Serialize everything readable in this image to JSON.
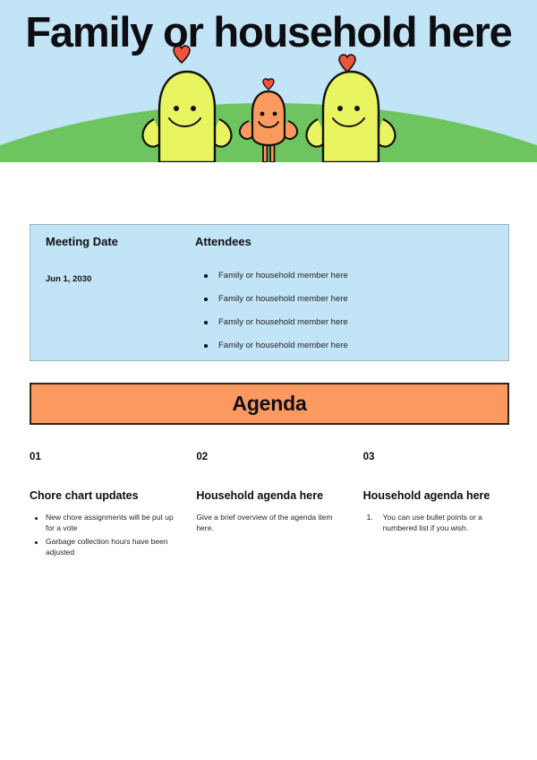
{
  "header": {
    "title": "Family or household here",
    "colors": {
      "sky": "#c1e4f7",
      "hill": "#6ec45f",
      "body_green": "#e8f560",
      "body_orange": "#fb9a5f",
      "heart": "#f0543c",
      "outline": "#111111"
    }
  },
  "info_box": {
    "date_label": "Meeting Date",
    "date_value": "Jun 1, 2030",
    "attendees_label": "Attendees",
    "attendees": [
      "Family or household member here",
      "Family or household member here",
      "Family or household member here",
      "Family or household member here"
    ],
    "background": "#c2e4f7"
  },
  "agenda_banner": {
    "label": "Agenda",
    "background": "#fc9960"
  },
  "agenda_columns": [
    {
      "number": "01",
      "title": "Chore chart updates",
      "list_type": "bullet",
      "items": [
        "New chore assignments will be put up for a vote",
        "Garbage collection hours have been adjusted"
      ]
    },
    {
      "number": "02",
      "title": "Household agenda here",
      "list_type": "paragraph",
      "body": "Give a brief overview of the agenda item here."
    },
    {
      "number": "03",
      "title": "Household agenda here",
      "list_type": "numbered",
      "items": [
        "You can use bullet points or a numbered list if you wish."
      ]
    }
  ]
}
